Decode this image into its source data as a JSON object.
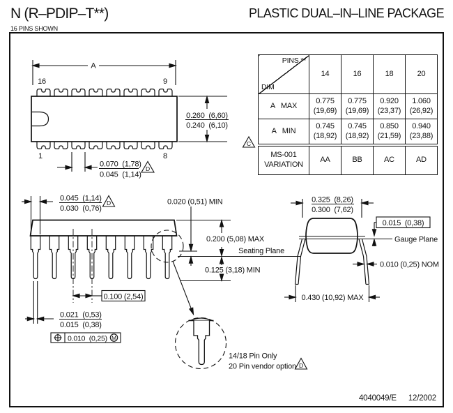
{
  "header": {
    "title_left": "N (R–PDIP–T**)",
    "subtitle": "16 PINS SHOWN",
    "title_right": "PLASTIC DUAL–IN–LINE PACKAGE"
  },
  "table": {
    "corner": {
      "top": "PINS **",
      "bottom": "DIM"
    },
    "col_headers": [
      "14",
      "16",
      "18",
      "20"
    ],
    "rows": [
      {
        "label": "A   MAX",
        "cells": [
          "0.775\n(19,69)",
          "0.775\n(19,69)",
          "0.920\n(23,37)",
          "1.060\n(26,92)"
        ]
      },
      {
        "label": "A   MIN",
        "cells": [
          "0.745\n(18,92)",
          "0.745\n(18,92)",
          "0.850\n(21,59)",
          "0.940\n(23,88)"
        ]
      },
      {
        "label": "MS-001\nVARIATION",
        "cells": [
          "AA",
          "BB",
          "AC",
          "AD"
        ]
      }
    ],
    "note_marker": "C"
  },
  "top_view": {
    "dim_a": "A",
    "pin_top_left": "16",
    "pin_top_right": "9",
    "pin_bottom_left": "1",
    "pin_bottom_right": "8",
    "body_width_max": "0.260  (6,60)",
    "body_width_min": "0.240  (6,10)",
    "lead_shoulder_max": "0.070  (1,78)",
    "lead_shoulder_min": "0.045  (1,14)",
    "note_marker": "D"
  },
  "side_view": {
    "shoulder_width_max": "0.045  (1,14)",
    "shoulder_width_min": "0.030  (0,76)",
    "note_marker": "D",
    "standoff": "0.020 (0,51) MIN",
    "body_height": "0.200 (5,08) MAX",
    "seating_plane": "Seating Plane",
    "lead_below_seating": "0.125 (3,18) MIN",
    "pitch": "0.100 (2,54)",
    "lead_width_max": "0.021  (0,53)",
    "lead_width_min": "0.015  (0,38)",
    "position_tolerance": "0.010  (0,25)",
    "material_modifier": "M"
  },
  "detail_view": {
    "line1": "14/18 Pin Only",
    "line2": "20 Pin vendor option",
    "note_marker": "D"
  },
  "end_view": {
    "lead_span_max": "0.325  (8,26)",
    "lead_span_min": "0.300  (7,62)",
    "gauge_offset": "0.015  (0,38)",
    "gauge_plane": "Gauge Plane",
    "lead_thickness": "0.010 (0,25) NOM",
    "overall_span": "0.430 (10,92) MAX"
  },
  "footer": {
    "doc_number": "4040049/E",
    "date": "12/2002"
  },
  "colors": {
    "ink": "#111111",
    "paper": "#ffffff"
  }
}
